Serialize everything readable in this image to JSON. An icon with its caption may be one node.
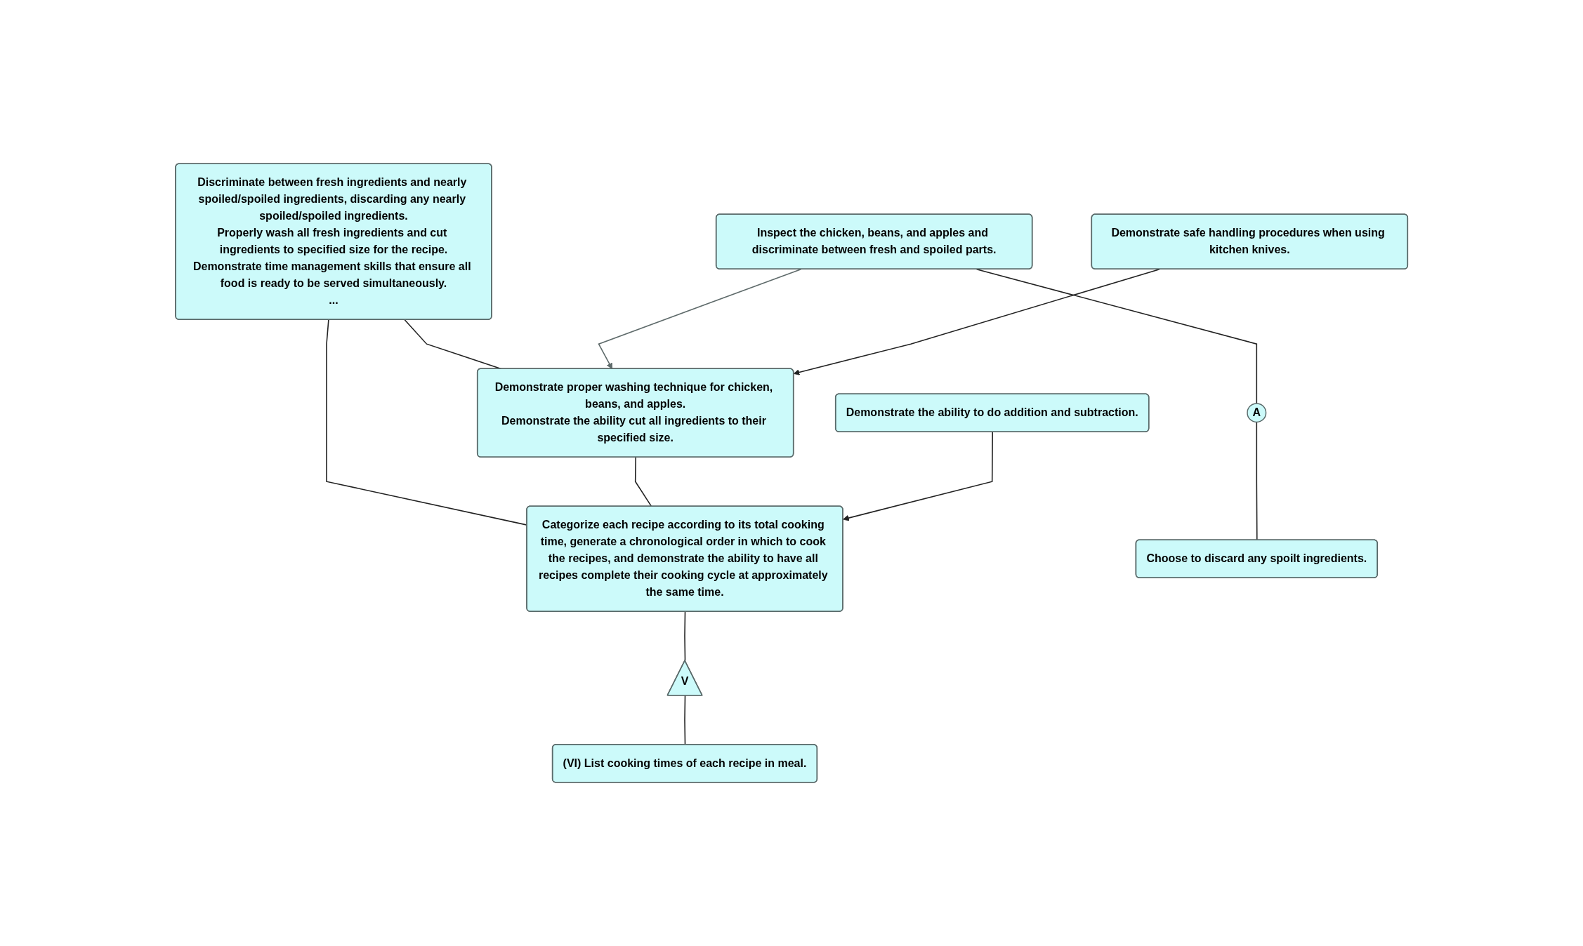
{
  "diagram": {
    "nodes": [
      {
        "text": [
          "Discriminate between fresh ingredients and nearly spoiled/spoiled ingredients, discarding any nearly spoiled/spoiled ingredients.",
          "Properly wash all fresh ingredients and cut ingredients to specified size for the recipe.",
          "Demonstrate time management skills that ensure all food is ready to be served simultaneously.",
          "..."
        ]
      },
      {
        "text": [
          "Demonstrate proper washing technique for chicken, beans, and apples.",
          "Demonstrate the ability cut all ingredients to their specified size."
        ]
      },
      {
        "text": [
          "Categorize each recipe according to its total cooking time, generate a chronological order in which to cook the recipes, and demonstrate the ability to have all recipes complete their cooking cycle at approximately the same time."
        ]
      },
      {
        "text": [
          "V"
        ]
      },
      {
        "text": [
          "(VI) List cooking times of each recipe in meal."
        ]
      },
      {
        "text": [
          "Inspect the chicken, beans, and apples and discriminate between fresh and spoiled parts."
        ]
      },
      {
        "text": [
          "A"
        ]
      },
      {
        "text": [
          "Choose to discard any spoilt ingredients."
        ]
      },
      {
        "text": [
          "Demonstrate safe handling procedures when using kitchen knives."
        ]
      },
      {
        "text": [
          "Demonstrate the ability to do addition and subtraction."
        ]
      }
    ],
    "edges": [
      {
        "from": 0,
        "to": 1,
        "arrow": "none"
      },
      {
        "from": 0,
        "to": 2,
        "arrow": "none"
      },
      {
        "from": 1,
        "to": 2,
        "arrow": "none"
      },
      {
        "from": 2,
        "to": 3,
        "arrow": "none"
      },
      {
        "from": 3,
        "to": 4,
        "arrow": "none"
      },
      {
        "from": 5,
        "to": 1,
        "arrow": "to",
        "color": "#5f6b6b"
      },
      {
        "from": 5,
        "to": 6,
        "arrow": "none"
      },
      {
        "from": 6,
        "to": 7,
        "arrow": "none"
      },
      {
        "from": 8,
        "to": 1,
        "arrow": "to"
      },
      {
        "from": 9,
        "to": 2,
        "arrow": "to"
      }
    ]
  }
}
